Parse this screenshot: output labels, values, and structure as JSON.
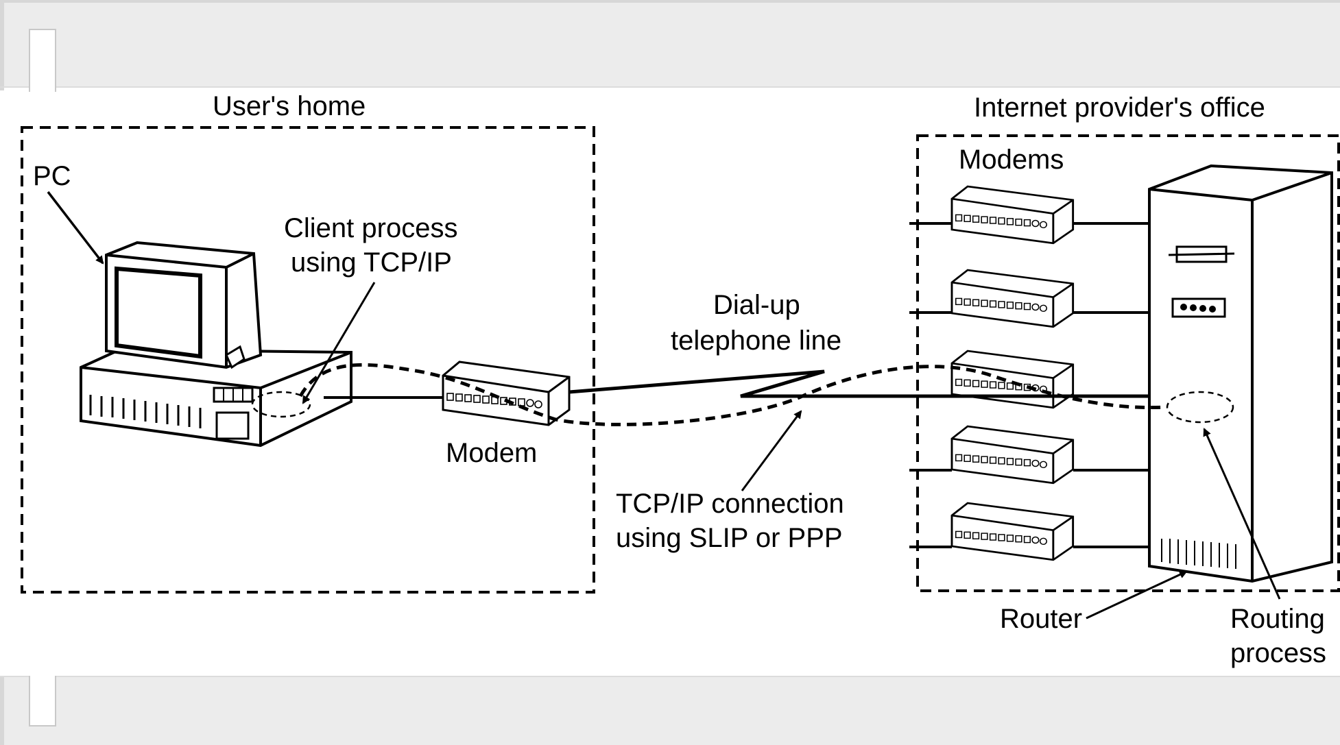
{
  "regions": {
    "users_home": "User's home",
    "provider_office": "Internet provider's office"
  },
  "labels": {
    "pc": "PC",
    "client_process": [
      "Client process",
      "using TCP/IP"
    ],
    "modem": "Modem",
    "dialup": [
      "Dial-up",
      "telephone line"
    ],
    "tcpip_connection": [
      "TCP/IP connection",
      "using SLIP or PPP"
    ],
    "modems": "Modems",
    "router": "Router",
    "routing_process": [
      "Routing",
      "process"
    ]
  }
}
